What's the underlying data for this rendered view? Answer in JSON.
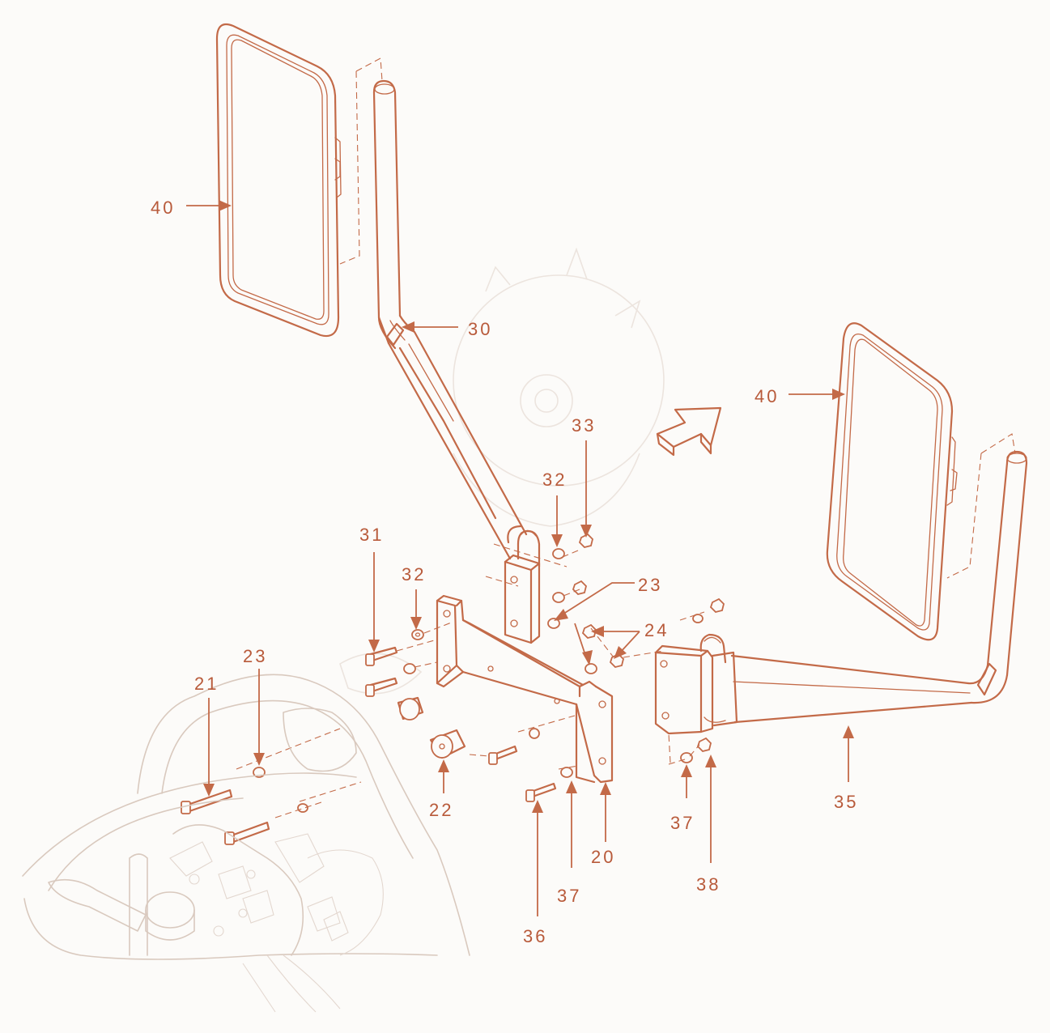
{
  "diagram": {
    "callouts": [
      {
        "id": "label-40-upper",
        "text": "40"
      },
      {
        "id": "label-30",
        "text": "30"
      },
      {
        "id": "label-40-right",
        "text": "40"
      },
      {
        "id": "label-33",
        "text": "33"
      },
      {
        "id": "label-32-upper",
        "text": "32"
      },
      {
        "id": "label-31",
        "text": "31"
      },
      {
        "id": "label-32-left",
        "text": "32"
      },
      {
        "id": "label-23-right",
        "text": "23"
      },
      {
        "id": "label-24",
        "text": "24"
      },
      {
        "id": "label-23-left",
        "text": "23"
      },
      {
        "id": "label-21",
        "text": "21"
      },
      {
        "id": "label-22",
        "text": "22"
      },
      {
        "id": "label-20",
        "text": "20"
      },
      {
        "id": "label-36",
        "text": "36"
      },
      {
        "id": "label-37-center",
        "text": "37"
      },
      {
        "id": "label-37-right",
        "text": "37"
      },
      {
        "id": "label-38",
        "text": "38"
      },
      {
        "id": "label-35",
        "text": "35"
      }
    ],
    "colors": {
      "line": "#c36a48",
      "label": "#b85a3a",
      "background": "#fcfbf9"
    },
    "icons": [
      "direction-arrow-icon"
    ]
  }
}
